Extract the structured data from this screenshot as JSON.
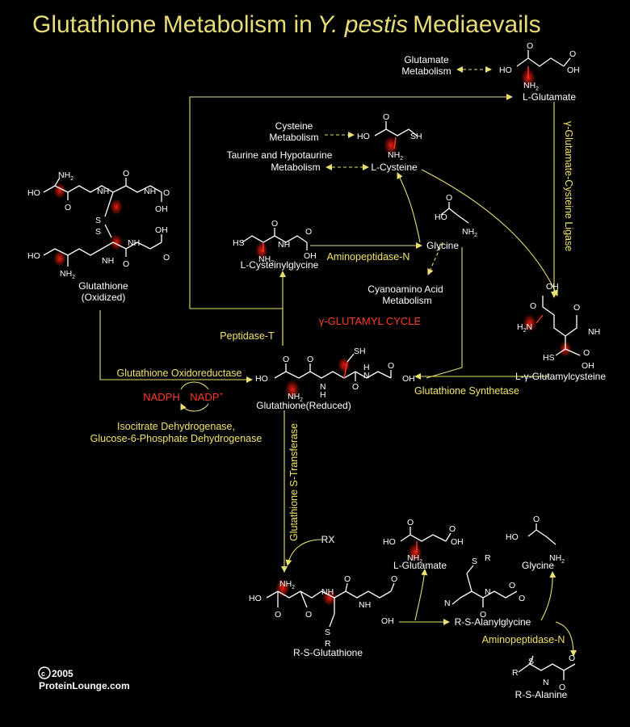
{
  "title": {
    "main": "Glutathione Metabolism in",
    "italic": "Y. pestis",
    "suffix": "Mediaevails"
  },
  "labels": {
    "glutamate_metabolism": [
      "Glutamate",
      "Metabolism"
    ],
    "l_glutamate_top": "L-Glutamate",
    "gamma_gcl": "γ-Glutamate-Cysteine Ligase",
    "cysteine_metabolism": [
      "Cysteine",
      "Metabolism"
    ],
    "taurine": [
      "Taurine and Hypotaurine",
      "Metabolism"
    ],
    "l_cysteine": "L-Cysteine",
    "glycine_top": "Glycine",
    "aminopeptidase_n_top": "Aminopeptidase-N",
    "l_cysteinylglycine": "L-Cysteinylglycine",
    "cyanoamino": [
      "Cyanoamino Acid",
      "Metabolism"
    ],
    "glutathione_oxidized": [
      "Glutathione",
      "(Oxidized)"
    ],
    "peptidase_t": "Peptidase-T",
    "gamma_cycle": "γ-GLUTAMYL CYCLE",
    "glutathione_oxidoreductase": "Glutathione Oxidoreductase",
    "glutathione_reduced": "Glutathione(Reduced)",
    "glutathione_synthetase": "Glutathione Synthetase",
    "l_gamma_glutamylcysteine": "L-γ-Glutamylcysteine",
    "nadph": "NADPH",
    "nadp": "NADP",
    "nadp_sup": "+",
    "dehydrogenases": [
      "Isocitrate Dehydrogenase,",
      "Glucose-6-Phosphate Dehydrogenase"
    ],
    "gst": "Glutathione S-Transferase",
    "rx": "RX",
    "l_glutamate_bottom": "L-Glutamate",
    "glycine_bottom": "Glycine",
    "rs_glutathione": "R-S-Glutathione",
    "rs_alanylglycine": "R-S-Alanylglycine",
    "aminopeptidase_n_bottom": "Aminopeptidase-N",
    "rs_alanine": "R-S-Alanine"
  },
  "copyright": {
    "year": "2005",
    "site": "ProteinLounge.com"
  },
  "colors": {
    "background": "#000000",
    "title": "#e8dc78",
    "enzyme": "#f2e56a",
    "highlight": "#ff3a2a",
    "arrow": "#e8e070"
  }
}
